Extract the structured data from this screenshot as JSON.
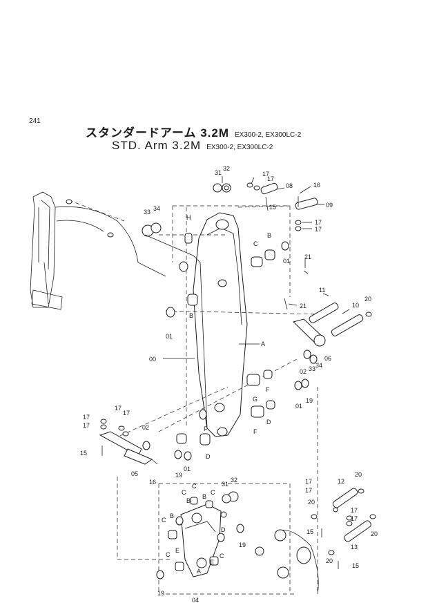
{
  "page_number": "241",
  "title": {
    "jp": "スタンダードアーム 3.2M",
    "en": "STD. Arm 3.2M",
    "models_jp": "EX300-2, EX300LC-2",
    "models_en": "EX300-2, EX300LC-2"
  },
  "callouts": {
    "c31a": "31",
    "c32a": "32",
    "c17a": "17",
    "c17b": "17",
    "c08": "08",
    "c16a": "16",
    "c09": "09",
    "c33a": "33",
    "c34a": "34",
    "cH": "H",
    "cB1": "B",
    "cC1": "C",
    "c17c": "17",
    "c17d": "17",
    "c01a": "01",
    "c21a": "21",
    "c21b": "21",
    "c11": "11",
    "c10": "10",
    "c20a": "20",
    "cB2": "B",
    "c01b": "01",
    "cA1": "A",
    "c00": "00",
    "c06": "06",
    "c02a": "02",
    "c33b": "33",
    "c34b": "34",
    "cF1": "F",
    "cG": "G",
    "c01c": "01",
    "c19a": "19",
    "c17e": "17",
    "c17f": "17",
    "c17g": "17",
    "c17h": "17",
    "c02b": "02",
    "cF2": "F",
    "cF3": "F",
    "cD1": "D",
    "c15a": "15",
    "cD2": "D",
    "c01d": "01",
    "c05": "05",
    "c16b": "16",
    "c19b": "19",
    "c31b": "31",
    "c32b": "32",
    "c17i": "17",
    "c12": "12",
    "c20b": "20",
    "c17j": "17",
    "c20c": "20",
    "c17k": "17",
    "c17l": "17",
    "c15b": "15",
    "c13": "13",
    "c20d": "20",
    "c20e": "20",
    "c15c": "15",
    "cC2": "C",
    "cC3": "C",
    "cB3": "B",
    "cC4": "C",
    "cB4": "B",
    "cD3": "D",
    "cC5": "C",
    "cB5": "B",
    "cC6": "C",
    "cE1": "E",
    "cE2": "E",
    "cC7": "C",
    "cA2": "A",
    "c19c": "19",
    "c19d": "19",
    "c04": "04"
  }
}
